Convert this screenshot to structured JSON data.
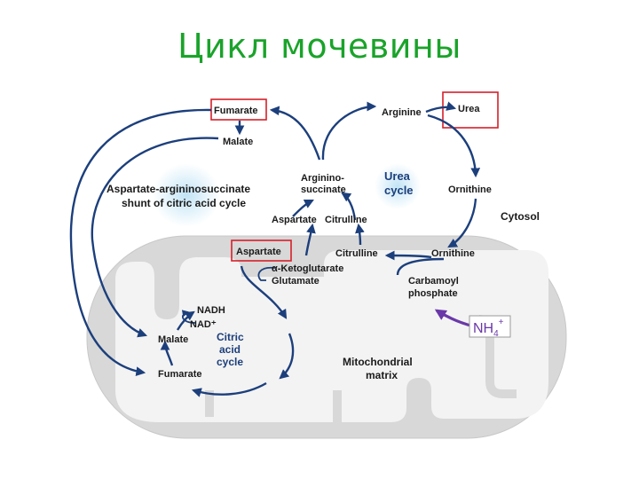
{
  "title": "Цикл мочевины",
  "colors": {
    "arrow": "#1c3f7c",
    "highlight": "#d6202a",
    "title": "#1aa32a",
    "nh4": "#6a38a8",
    "matrix": "#d9d9d9"
  },
  "regions": {
    "cytosol": "Cytosol",
    "matrix_line1": "Mitochondrial",
    "matrix_line2": "matrix"
  },
  "cycles": {
    "urea_line1": "Urea",
    "urea_line2": "cycle",
    "citric_line1": "Citric",
    "citric_line2": "acid",
    "citric_line3": "cycle"
  },
  "shunt": {
    "line1": "Aspartate-argininosuccinate",
    "line2": "shunt of citric acid cycle"
  },
  "compounds": {
    "fumarate_top": "Fumarate",
    "malate_top": "Malate",
    "arginine": "Arginine",
    "urea": "Urea",
    "argininosuccinate_line1": "Arginino-",
    "argininosuccinate_line2": "succinate",
    "aspartate_cyto": "Aspartate",
    "citrulline_cyto": "Citrulline",
    "ornithine_cyto": "Ornithine",
    "aspartate_mito": "Aspartate",
    "alpha_kg": "α-Ketoglutarate",
    "glutamate": "Glutamate",
    "citrulline_mito": "Citrulline",
    "ornithine_mito": "Ornithine",
    "carbamoyl_line1": "Carbamoyl",
    "carbamoyl_line2": "phosphate",
    "nadh": "NADH",
    "nad": "NAD⁺",
    "malate_mito": "Malate",
    "fumarate_mito": "Fumarate",
    "nh4_base": "NH",
    "nh4_sub": "4",
    "nh4_sup": "+"
  }
}
